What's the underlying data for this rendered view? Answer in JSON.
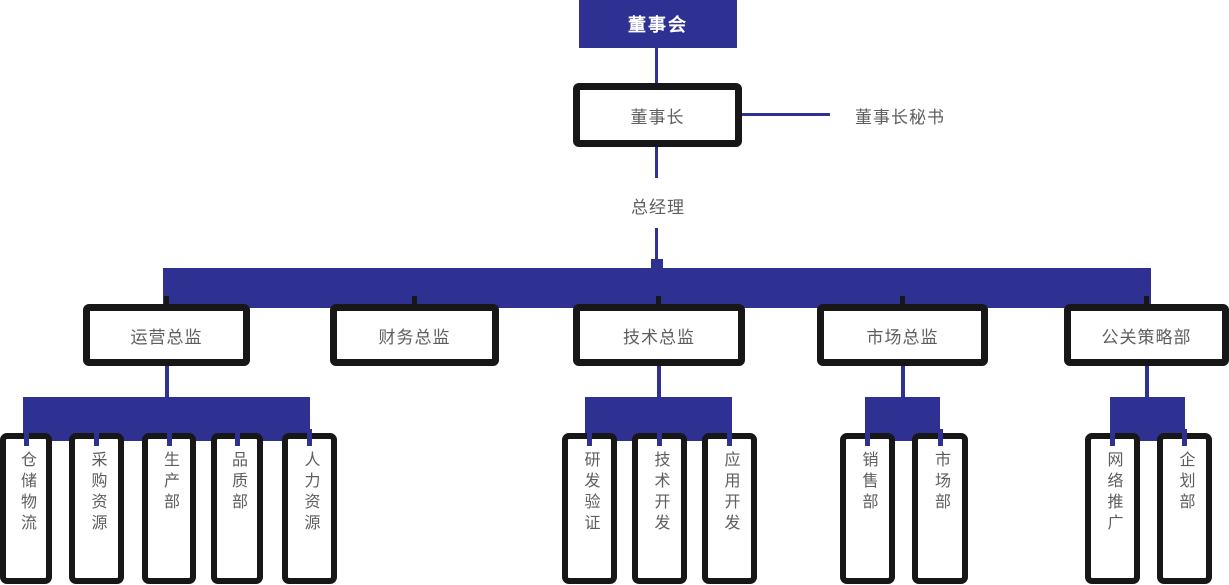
{
  "palette": {
    "accent_blue": "#2e3192",
    "frame_black": "#171717",
    "text_gray": "#5d5e60",
    "root_text": "#ffffff",
    "background": "#ffffff"
  },
  "chart_data": {
    "type": "org-chart",
    "root": {
      "label": "董事会"
    },
    "chairman": {
      "label": "董事长"
    },
    "secretary": {
      "label": "董事长秘书"
    },
    "general_manager": {
      "label": "总经理"
    },
    "directors": [
      {
        "label": "运营总监"
      },
      {
        "label": "财务总监"
      },
      {
        "label": "技术总监"
      },
      {
        "label": "市场总监"
      },
      {
        "label": "公关策略部"
      }
    ],
    "departments": {
      "operations": [
        "仓储物流",
        "采购资源",
        "生产部",
        "品质部",
        "人力资源"
      ],
      "tech": [
        "研发验证",
        "技术开发",
        "应用开发"
      ],
      "market": [
        "销售部",
        "市场部"
      ],
      "pr": [
        "网络推广",
        "企划部"
      ]
    }
  }
}
